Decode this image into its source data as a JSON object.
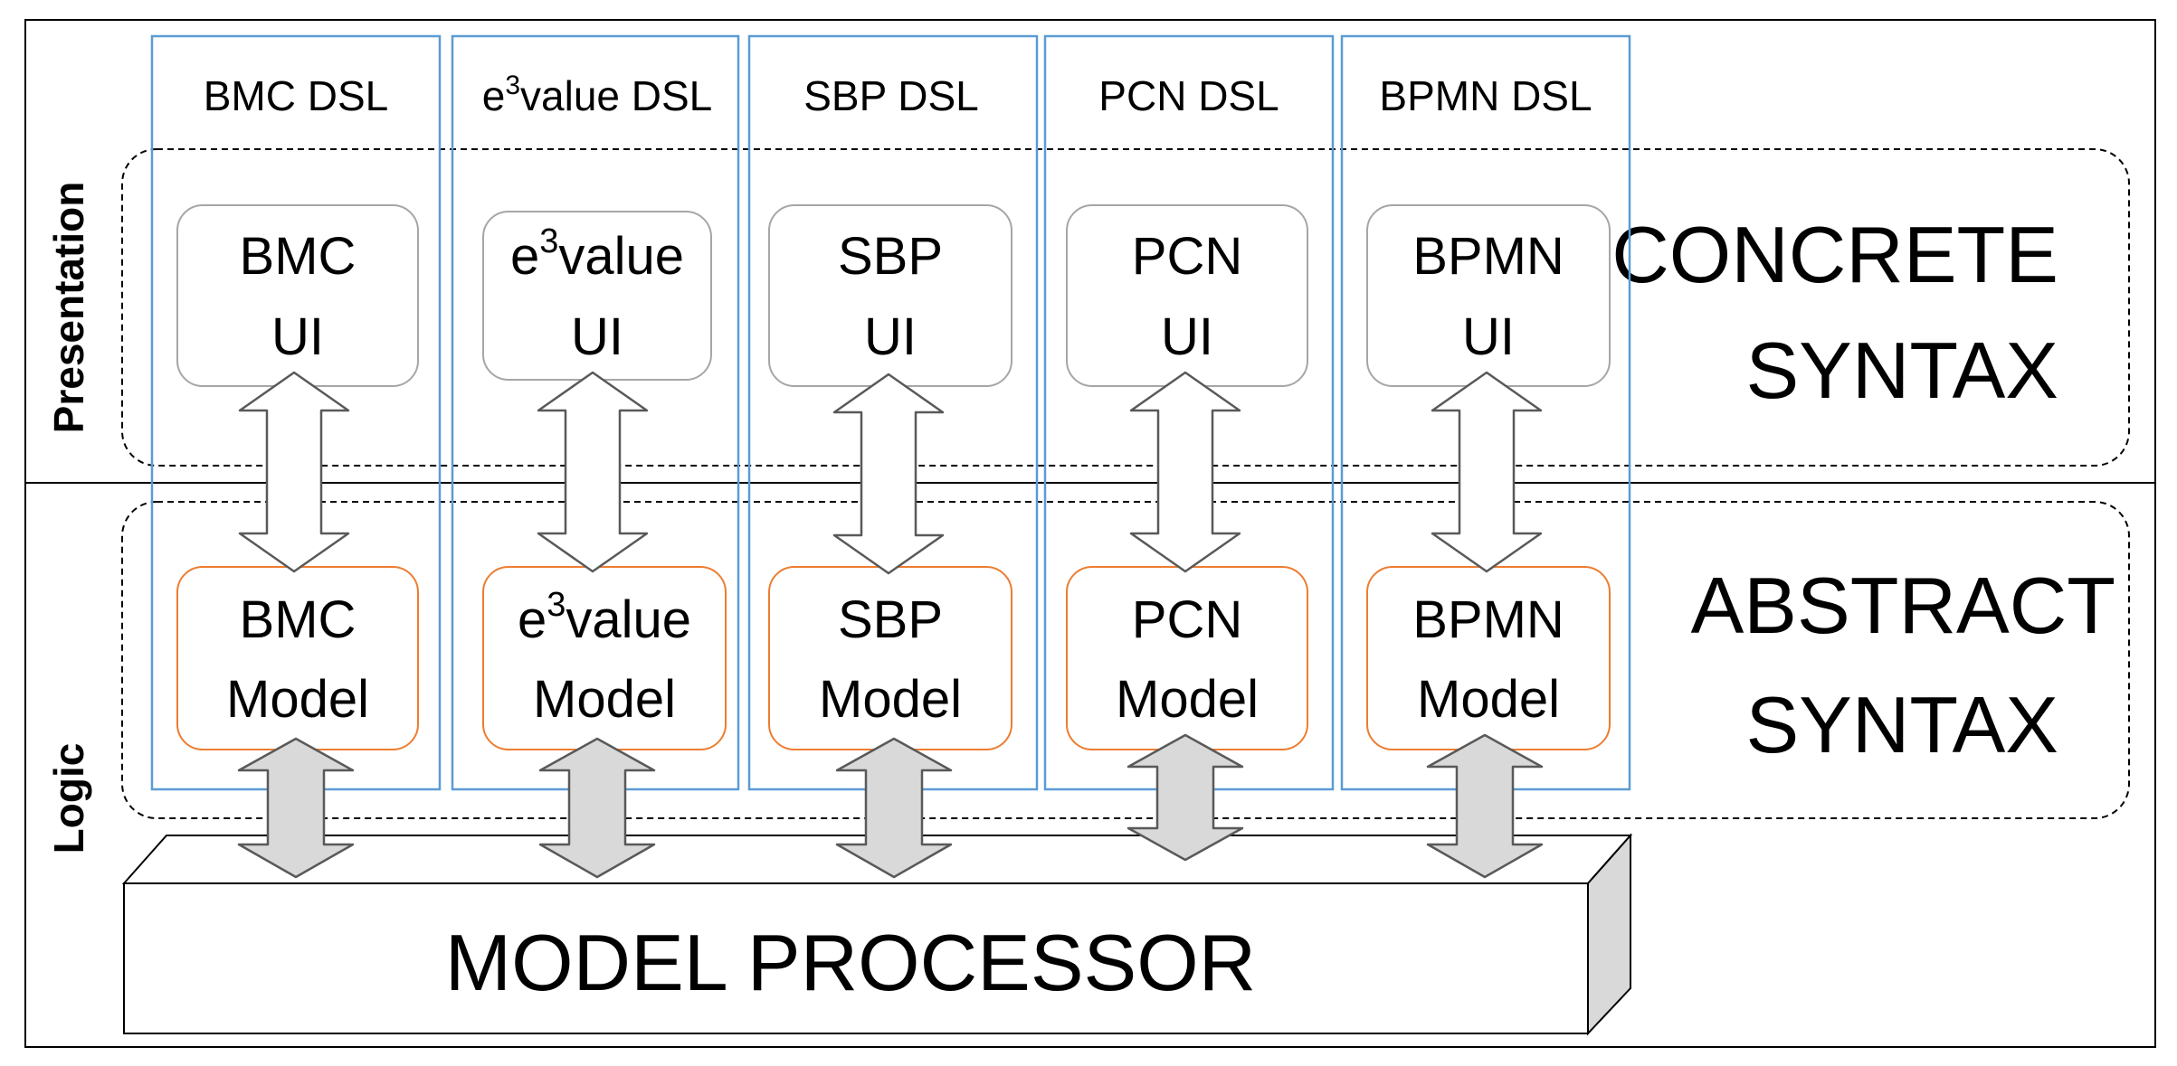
{
  "layers": {
    "presentation": "Presentation",
    "logic": "Logic"
  },
  "zones": {
    "concrete": {
      "line1": "CONCRETE",
      "line2": "SYNTAX"
    },
    "abstract": {
      "line1": "ABSTRACT",
      "line2": "SYNTAX"
    }
  },
  "dsls": [
    {
      "header": "BMC DSL",
      "ui": {
        "line1": "BMC",
        "line2": "UI"
      },
      "model": {
        "line1": "BMC",
        "line2": "Model"
      }
    },
    {
      "header": {
        "prefix": "e",
        "sup": "3",
        "rest": "value DSL"
      },
      "ui": {
        "prefix": "e",
        "sup": "3",
        "rest": "value",
        "line2": "UI"
      },
      "model": {
        "prefix": "e",
        "sup": "3",
        "rest": "value",
        "line2": "Model"
      }
    },
    {
      "header": "SBP DSL",
      "ui": {
        "line1": "SBP",
        "line2": "UI"
      },
      "model": {
        "line1": "SBP",
        "line2": "Model"
      }
    },
    {
      "header": "PCN DSL",
      "ui": {
        "line1": "PCN",
        "line2": "UI"
      },
      "model": {
        "line1": "PCN",
        "line2": "Model"
      }
    },
    {
      "header": "BPMN DSL",
      "ui": {
        "line1": "BPMN",
        "line2": "UI"
      },
      "model": {
        "line1": "BPMN",
        "line2": "Model"
      }
    }
  ],
  "processor": "MODEL PROCESSOR",
  "colors": {
    "dsl_border": "#5b9bd5",
    "ui_border": "#a6a6a6",
    "model_border": "#ed7d31",
    "bidirectional_arrow_fill": "#ffffff",
    "processor_arrow_fill": "#d9d9d9",
    "processor_side": "#d9d9d9",
    "outline": "#000000"
  }
}
